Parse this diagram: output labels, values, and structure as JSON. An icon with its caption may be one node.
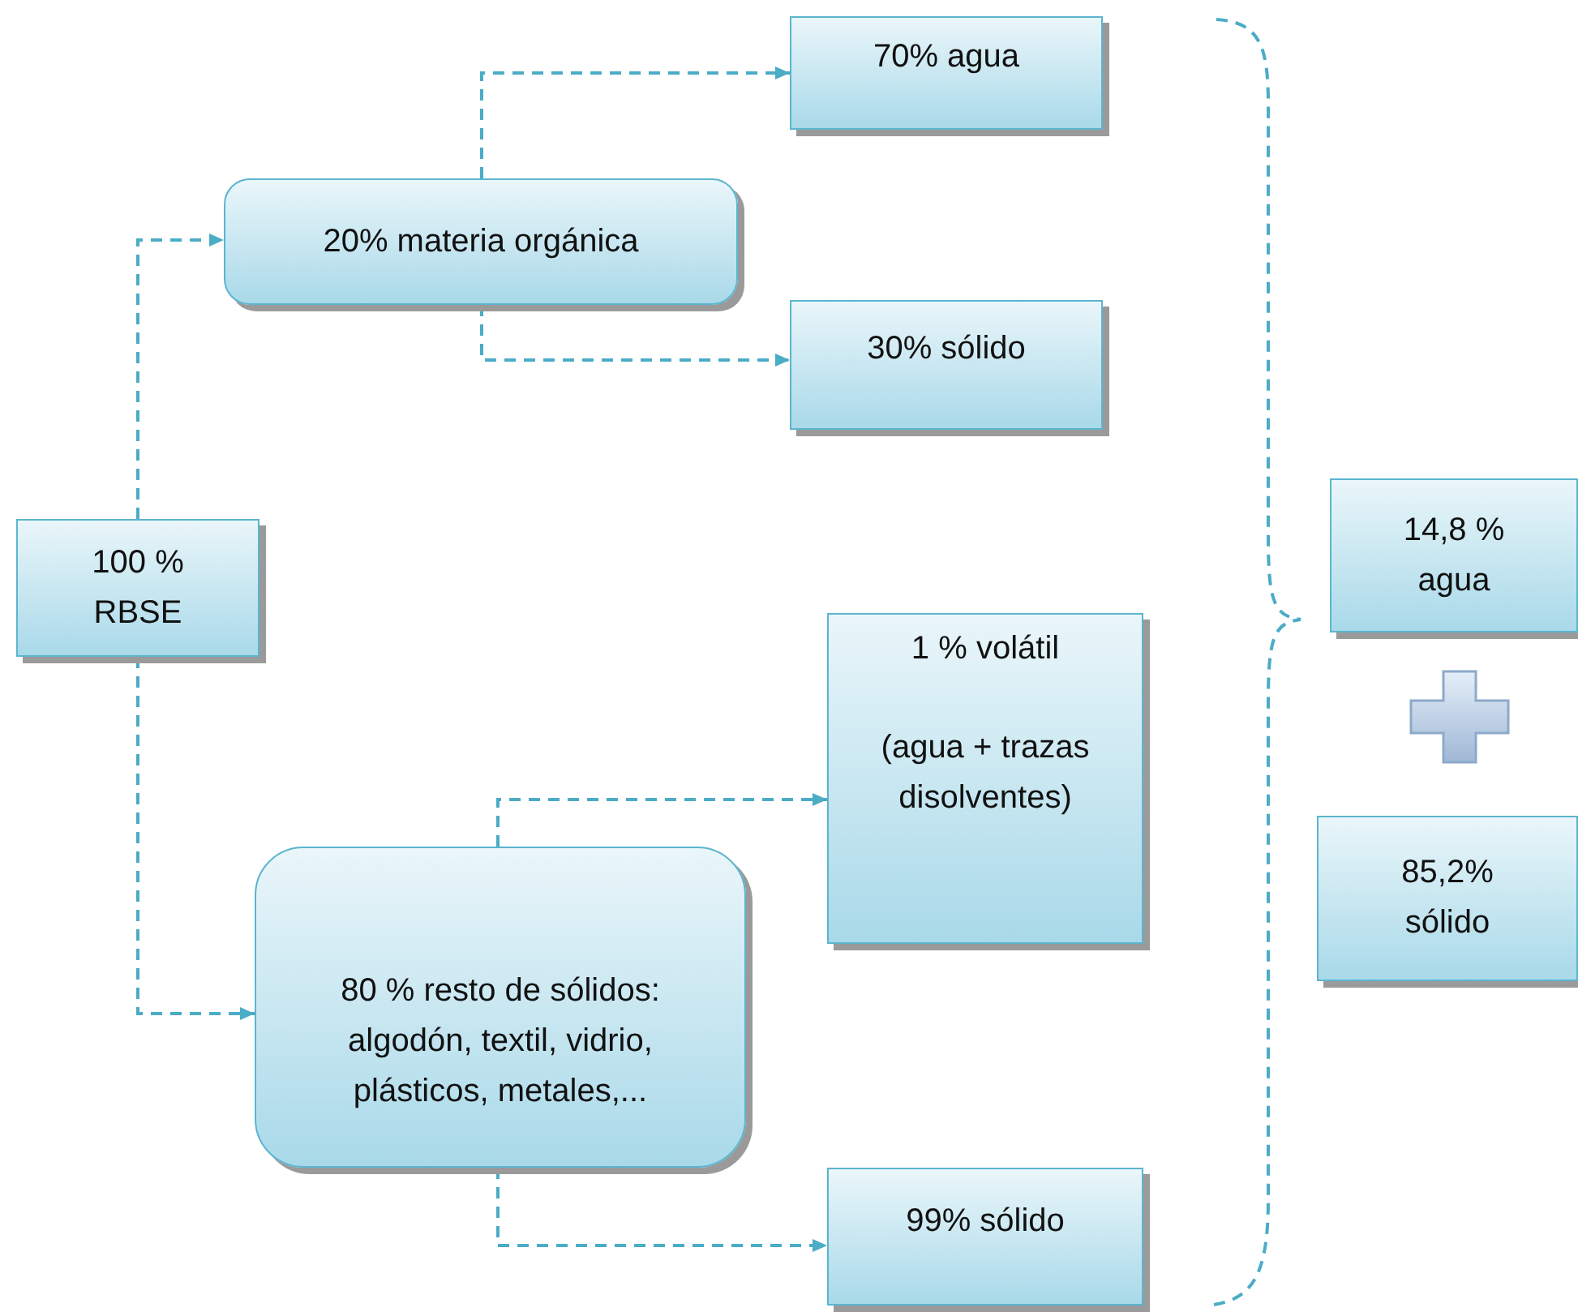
{
  "diagram": {
    "nodes": [
      {
        "text": [
          "100 % RBSE"
        ]
      },
      {
        "text": [
          "20% materia orgánica"
        ]
      },
      {
        "text": [
          "70% agua"
        ]
      },
      {
        "text": [
          "30% sólido"
        ]
      },
      {
        "text": [
          "80 % resto de sólidos: algodón, textil, vidrio, plásticos, metales,..."
        ]
      },
      {
        "text": [
          "1 % volátil",
          "(agua + trazas disolventes)"
        ]
      },
      {
        "text": [
          "99% sólido"
        ]
      },
      {
        "text": [
          "14,8 % agua"
        ]
      },
      {
        "text": [
          "85,2% sólido"
        ]
      }
    ],
    "edges": [
      {
        "from": 0,
        "to": 1,
        "arrow": "to",
        "style": "dashed"
      },
      {
        "from": 0,
        "to": 4,
        "arrow": "to",
        "style": "dashed"
      },
      {
        "from": 1,
        "to": 2,
        "arrow": "to",
        "style": "dashed"
      },
      {
        "from": 1,
        "to": 3,
        "arrow": "to",
        "style": "dashed"
      },
      {
        "from": 4,
        "to": 5,
        "arrow": "to",
        "style": "dashed"
      },
      {
        "from": 4,
        "to": 6,
        "arrow": "to",
        "style": "dashed"
      }
    ]
  }
}
